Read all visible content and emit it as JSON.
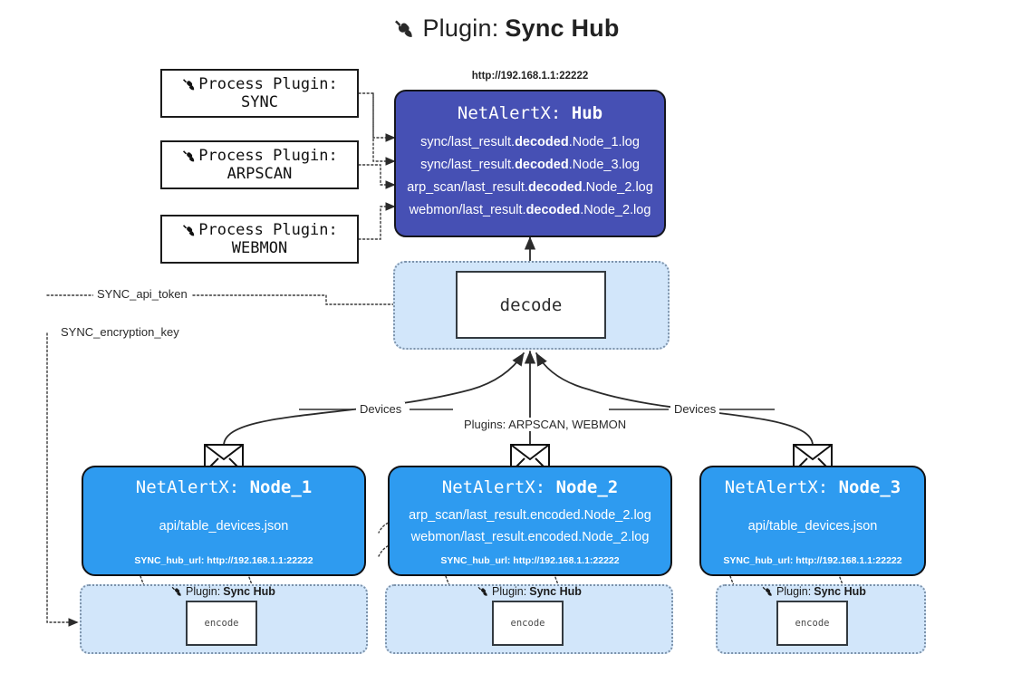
{
  "title": {
    "icon": "plug-icon",
    "prefix": "Plugin:",
    "name": "Sync Hub"
  },
  "process_plugins": [
    {
      "icon": "plug-icon",
      "line1": "Process Plugin:",
      "line2": "SYNC"
    },
    {
      "icon": "plug-icon",
      "line1": "Process Plugin:",
      "line2": "ARPSCAN"
    },
    {
      "icon": "plug-icon",
      "line1": "Process Plugin:",
      "line2": "WEBMON"
    }
  ],
  "hub": {
    "url": "http://192.168.1.1:22222",
    "title_prefix": "NetAlertX:",
    "title_name": "Hub",
    "lines": [
      {
        "pre": "sync/last_result.",
        "em": "decoded",
        "post": ".Node_1.log"
      },
      {
        "pre": "sync/last_result.",
        "em": "decoded",
        "post": ".Node_3.log"
      },
      {
        "pre": "arp_scan/last_result.",
        "em": "decoded",
        "post": ".Node_2.log"
      },
      {
        "pre": "webmon/last_result.",
        "em": "decoded",
        "post": ".Node_2.log"
      }
    ]
  },
  "decode": {
    "label": "decode"
  },
  "secrets": {
    "api_token": "SYNC_api_token",
    "encryption_key": "SYNC_encryption_key"
  },
  "edge_labels": {
    "devices_left": "Devices",
    "devices_right": "Devices",
    "plugins_middle": "Plugins: ARPSCAN, WEBMON"
  },
  "nodes": [
    {
      "title_prefix": "NetAlertX:",
      "title_name": "Node_1",
      "lines": [
        "api/table_devices.json"
      ],
      "footer": "SYNC_hub_url: http://192.168.1.1:22222",
      "icon": "envelope-icon"
    },
    {
      "title_prefix": "NetAlertX:",
      "title_name": "Node_2",
      "lines": [
        "arp_scan/last_result.encoded.Node_2.log",
        "webmon/last_result.encoded.Node_2.log"
      ],
      "footer": "SYNC_hub_url: http://192.168.1.1:22222",
      "icon": "envelope-icon"
    },
    {
      "title_prefix": "NetAlertX:",
      "title_name": "Node_3",
      "lines": [
        "api/table_devices.json"
      ],
      "footer": "SYNC_hub_url: http://192.168.1.1:22222",
      "icon": "envelope-icon"
    }
  ],
  "encoders": [
    {
      "plugin_prefix": "Plugin:",
      "plugin_name": "Sync Hub",
      "label": "encode"
    },
    {
      "plugin_prefix": "Plugin:",
      "plugin_name": "Sync Hub",
      "label": "encode"
    },
    {
      "plugin_prefix": "Plugin:",
      "plugin_name": "Sync Hub",
      "label": "encode"
    }
  ],
  "colors": {
    "hub_fill": "#4650b4",
    "node_fill": "#2e9bf0",
    "container_fill": "#d2e6fa",
    "stroke": "#15161c"
  }
}
